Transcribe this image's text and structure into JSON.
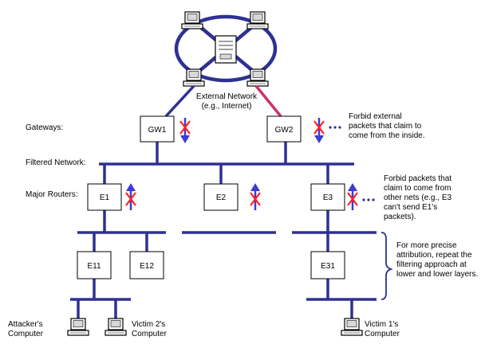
{
  "external_network": {
    "line1": "External Network",
    "line2": "(e.g., Internet)"
  },
  "row_labels": {
    "gateways": "Gateways:",
    "filtered_network": "Filtered Network:",
    "major_routers": "Major Routers:"
  },
  "nodes": {
    "gw1": "GW1",
    "gw2": "GW2",
    "e1": "E1",
    "e2": "E2",
    "e3": "E3",
    "e11": "E11",
    "e12": "E12",
    "e31": "E31"
  },
  "notes": {
    "gateway": [
      "Forbid external",
      "packets that claim to",
      "come from the inside."
    ],
    "router": [
      "Forbid packets that",
      "claim to come from",
      "other nets (e.g., E3",
      "can't send E1's",
      "packets)."
    ],
    "attribution": [
      "For more precise",
      "attribution, repeat the",
      "filtering approach at",
      "lower and lower layers."
    ]
  },
  "computers": {
    "attacker": [
      "Attacker's",
      "Computer"
    ],
    "victim2": [
      "Victim 2's",
      "Computer"
    ],
    "victim1": [
      "Victim 1's",
      "Computer"
    ]
  },
  "colors": {
    "network": "#2e3192",
    "blocked": "#ff2020",
    "link_alt": "#cc3366",
    "arrow": "#3b3bd6"
  }
}
